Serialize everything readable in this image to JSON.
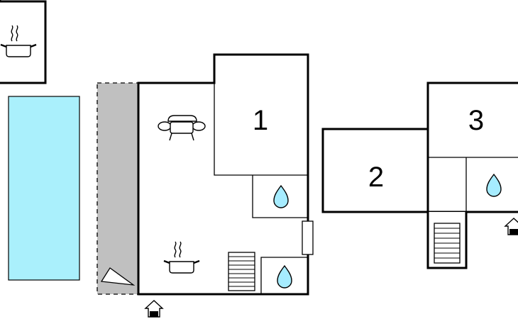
{
  "floorplan": {
    "rooms": [
      {
        "number": "1"
      },
      {
        "number": "2"
      },
      {
        "number": "3"
      }
    ],
    "icons": [
      "kitchen-pot-icon",
      "pool",
      "terrace",
      "sofa-icon",
      "bathroom-drop-icon",
      "stairs-icon",
      "entrance-icon"
    ],
    "colors": {
      "walls": "#000000",
      "pool": "#aaf0fc",
      "terrace": "#c0c0c0",
      "water_drop": "#a6ecff",
      "background": "#ffffff"
    }
  }
}
